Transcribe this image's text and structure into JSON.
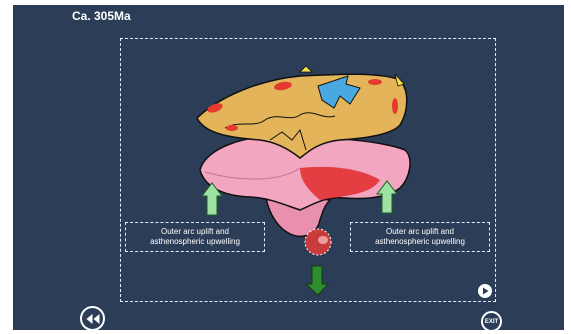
{
  "header": {
    "title": "Ca. 305Ma"
  },
  "labels": {
    "left": [
      "Outer arc uplift and",
      "asthenospheric upwelling"
    ],
    "right": [
      "Outer arc uplift and",
      "asthenospheric upwelling"
    ]
  },
  "controls": {
    "back_icon": "rewind-icon",
    "play_icon": "play-icon",
    "exit_label": "EXIT"
  },
  "colors": {
    "background": "#2b3d57",
    "plate_top": "#e3b45a",
    "plate_lower": "#f2a6c0",
    "upwelling_arrow": "#9fe0a3",
    "down_arrow": "#2f8f2f",
    "blue_arrow": "#4aa8e0",
    "yellow_arrow": "#f1e34a",
    "red_spots": "#e53a2d"
  }
}
